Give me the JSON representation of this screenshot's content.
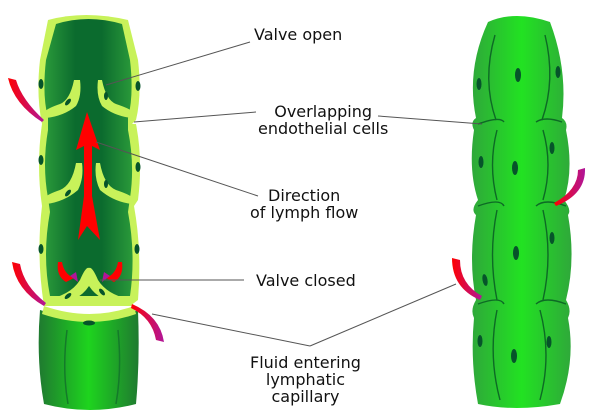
{
  "diagram": {
    "title": "Lymphatic capillary structure",
    "labels": {
      "valve_open": [
        "Valve open"
      ],
      "overlapping_cells": [
        "Overlapping",
        "endothelial cells"
      ],
      "direction_flow": [
        "Direction",
        "of lymph flow"
      ],
      "valve_closed": [
        "Valve closed"
      ],
      "fluid_entering": [
        "Fluid entering",
        "lymphatic",
        "capillary"
      ]
    },
    "colors": {
      "vessel_dark": "#0b6b2e",
      "vessel_mid": "#1f8f3a",
      "vessel_bright": "#22dd22",
      "cell_wall_light": "#c8f25a",
      "nucleus": "#06542a",
      "flow_arrow": "#ff0000",
      "fluid_arrow_tip": "#b0169a",
      "leader_line": "#555555"
    }
  }
}
